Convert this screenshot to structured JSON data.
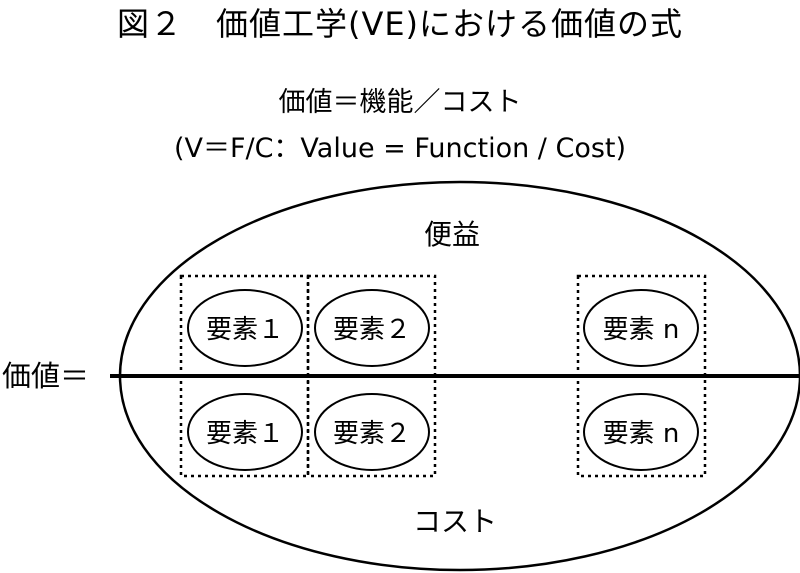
{
  "title": "図２　価値工学(VE)における価値の式",
  "formula": {
    "line1": "価値＝機能／コスト",
    "line2": "(V＝F/C：Value = Function / Cost)"
  },
  "left_label": "価値＝",
  "top_label": "便益",
  "bottom_label": "コスト",
  "elements": {
    "top": [
      "要素１",
      "要素２",
      "要素 n"
    ],
    "bottom": [
      "要素１",
      "要素２",
      "要素 n"
    ]
  }
}
